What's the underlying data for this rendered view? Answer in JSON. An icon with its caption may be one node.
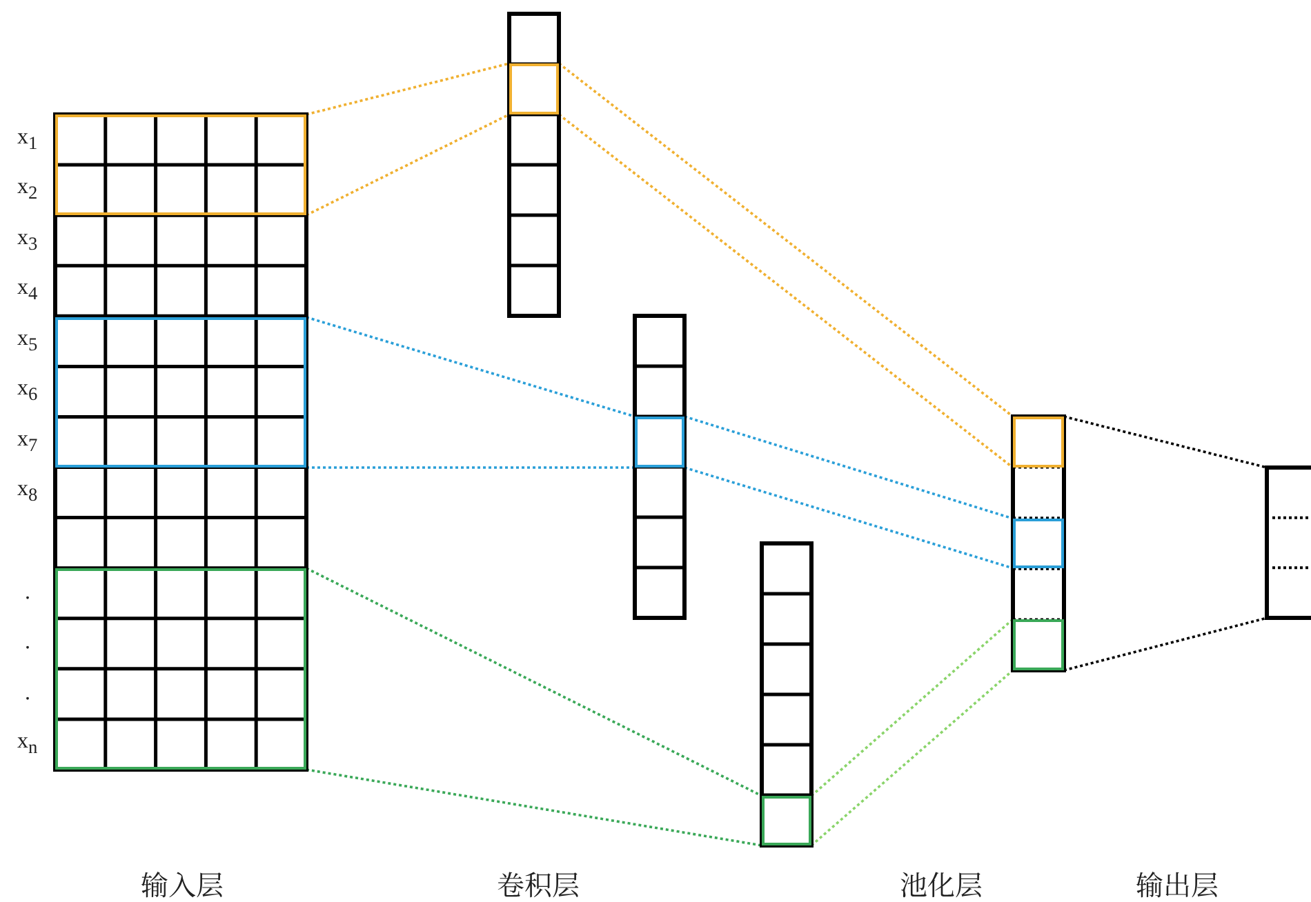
{
  "diagram": {
    "nodes": [
      {
        "text": [],
        "shape": "box"
      },
      {
        "text": [],
        "shape": "box",
        "in": 0
      },
      {
        "text": [],
        "shape": "box",
        "in": 0
      },
      {
        "text": [],
        "shape": "box",
        "in": 0
      },
      {
        "text": [],
        "shape": "box"
      },
      {
        "text": [],
        "shape": "box",
        "in": 4
      },
      {
        "text": [],
        "shape": "box"
      },
      {
        "text": [],
        "shape": "box",
        "in": 6
      },
      {
        "text": [],
        "shape": "box"
      },
      {
        "text": [],
        "shape": "box",
        "in": 8
      },
      {
        "text": [],
        "shape": "box"
      },
      {
        "text": [],
        "shape": "box",
        "in": 10
      },
      {
        "text": [],
        "shape": "box",
        "in": 10
      },
      {
        "text": [],
        "shape": "box",
        "in": 10
      },
      {
        "text": [],
        "shape": "box"
      }
    ],
    "edges": [
      {
        "from": 1,
        "to": 5,
        "arrow": "none",
        "color": "#f0b030"
      },
      {
        "from": 1,
        "to": 5,
        "arrow": "none",
        "color": "#f0b030"
      },
      {
        "from": 5,
        "to": 11,
        "arrow": "none",
        "color": "#f0b030"
      },
      {
        "from": 5,
        "to": 11,
        "arrow": "none",
        "color": "#f0b030"
      },
      {
        "from": 2,
        "to": 7,
        "arrow": "none",
        "color": "#2a9fd8"
      },
      {
        "from": 2,
        "to": 7,
        "arrow": "none",
        "color": "#2a9fd8"
      },
      {
        "from": 7,
        "to": 12,
        "arrow": "none",
        "color": "#2a9fd8"
      },
      {
        "from": 7,
        "to": 12,
        "arrow": "none",
        "color": "#2a9fd8"
      },
      {
        "from": 3,
        "to": 9,
        "arrow": "none",
        "color": "#3aa858"
      },
      {
        "from": 3,
        "to": 9,
        "arrow": "none",
        "color": "#3aa858"
      },
      {
        "from": 9,
        "to": 13,
        "arrow": "none",
        "color": "#8ad46a"
      },
      {
        "from": 9,
        "to": 13,
        "arrow": "none",
        "color": "#8ad46a"
      },
      {
        "from": 10,
        "to": 14,
        "arrow": "none",
        "color": "#000000"
      },
      {
        "from": 10,
        "to": 14,
        "arrow": "none",
        "color": "#000000"
      }
    ],
    "labels": [
      "x$_{1}$",
      "x$_{2}$",
      "x$_{3}$",
      "x$_{4}$",
      "x$_{5}$",
      "x$_{6}$",
      "x$_{7}$",
      "x$_{8}$",
      ".",
      ".",
      ".",
      "x$_{n}$",
      "输入层",
      "卷积层",
      "池化层",
      "输出层"
    ]
  }
}
